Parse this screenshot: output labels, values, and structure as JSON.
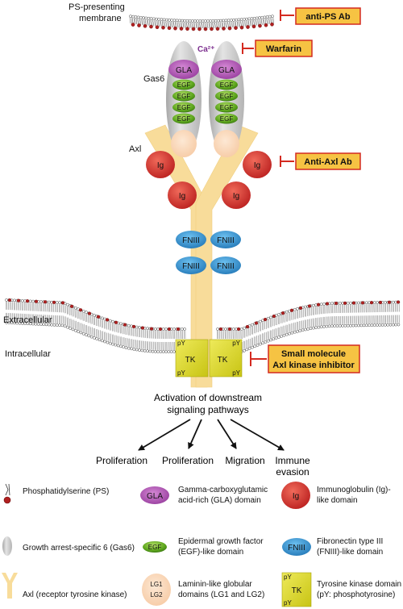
{
  "labels": {
    "ps_membrane_line1": "PS-presenting",
    "ps_membrane_line2": "membrane",
    "ca": "Ca²⁺",
    "gas6": "Gas6",
    "axl": "Axl",
    "extracellular": "Extracellular",
    "intracellular": "Intracellular"
  },
  "domains": {
    "gla": "GLA",
    "egf": "EGF",
    "ig": "Ig",
    "fniii": "FNIII",
    "tk": "TK",
    "py": "pY"
  },
  "inhibitors": {
    "anti_ps": "anti-PS Ab",
    "warfarin": "Warfarin",
    "anti_axl": "Anti-Axl Ab",
    "small_molecule_line1": "Small molecule",
    "small_molecule_line2": "Axl kinase inhibitor"
  },
  "downstream": {
    "line1": "Activation of downstream",
    "line2": "signaling pathways",
    "outcomes": [
      "Proliferation",
      "Proliferation",
      "Migration",
      "Immune",
      "evasion"
    ]
  },
  "legend": {
    "ps": "Phosphatidylserine (PS)",
    "gla_line1": "Gamma-carboxyglutamic",
    "gla_line2": "acid-rich (GLA) domain",
    "ig_line1": "Immunoglobulin (Ig)-",
    "ig_line2": "like domain",
    "gas6": "Growth arrest-specific 6 (Gas6)",
    "egf_line1": "Epidermal growth factor",
    "egf_line2": "(EGF)-like domain",
    "fniii_line1": "Fibronectin type III",
    "fniii_line2": "(FNIII)-like domain",
    "axl": "Axl (receptor tyrosine kinase)",
    "lg_symbol1": "LG1",
    "lg_symbol2": "LG2",
    "lg_line1": "Laminin-like globular",
    "lg_line2": "domains (LG1 and LG2)",
    "tk_line1": "Tyrosine kinase domain",
    "tk_line2": "(pY: phosphotyrosine)"
  },
  "colors": {
    "gla": "#a64ca6",
    "egf": "#5fa81f",
    "ig": "#d62b2b",
    "fniii": "#2e8fd0",
    "tk": "#d8d420",
    "axl": "#f8dc9a",
    "gas6": "#d6d6d6",
    "lg": "#fadcc0",
    "ps_head": "#b02020",
    "inhibitor_box": "#f6c343",
    "inhibitor_border": "#d42a20",
    "ca": "#7b2d8e"
  }
}
